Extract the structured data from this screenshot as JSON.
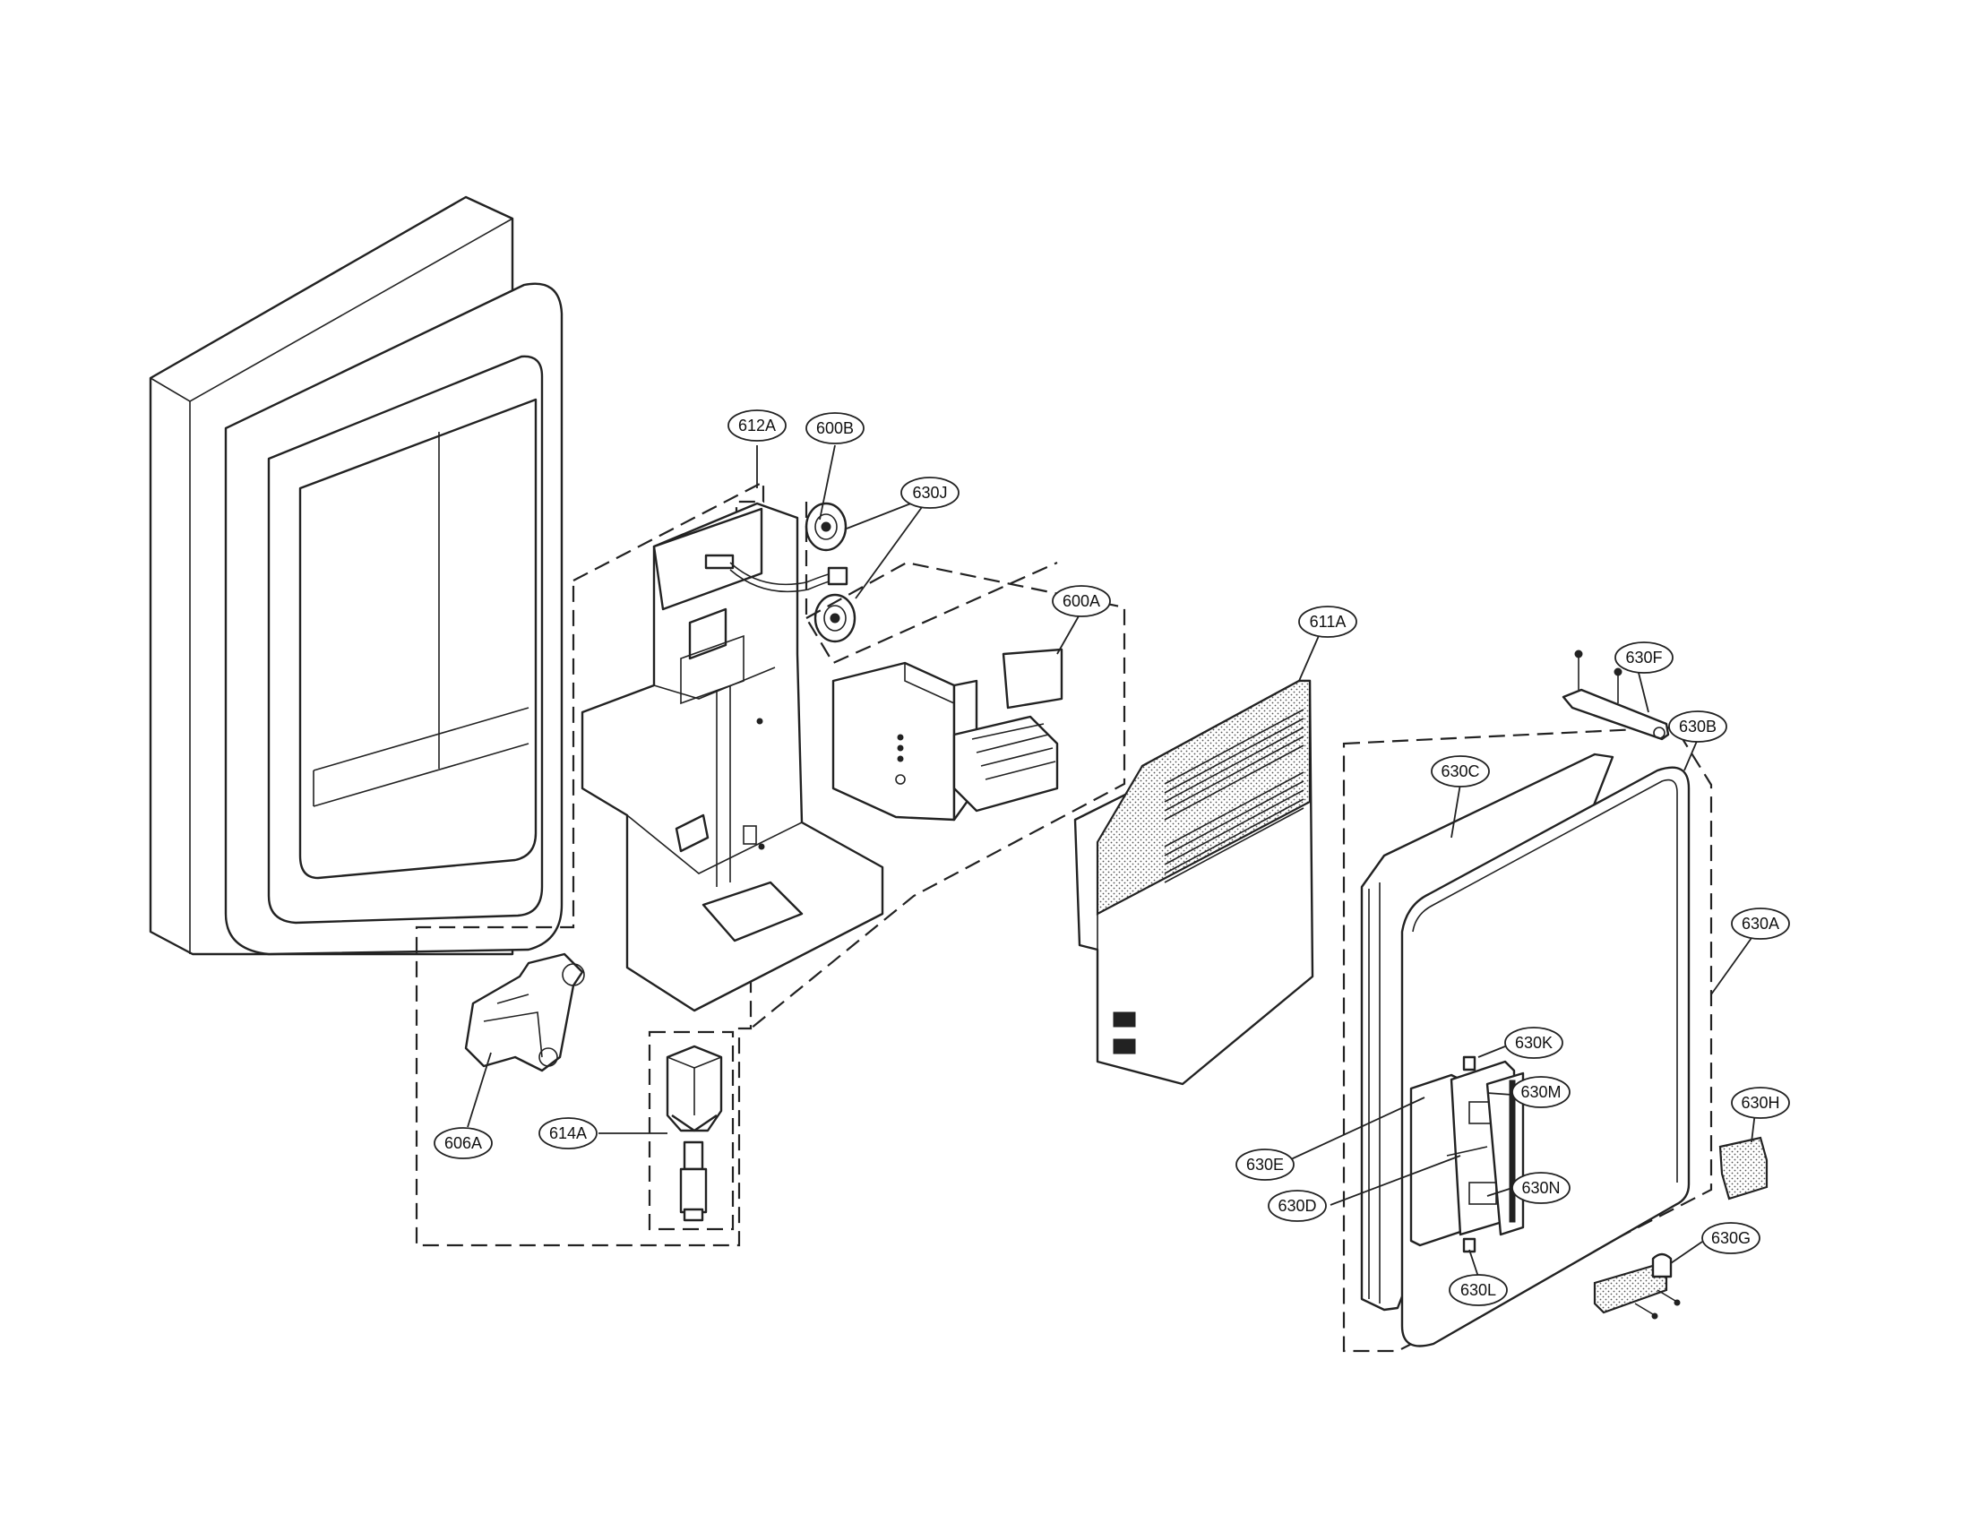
{
  "callouts": {
    "c612A": "612A",
    "c600B": "600B",
    "c630J": "630J",
    "c600A": "600A",
    "c611A": "611A",
    "c630F": "630F",
    "c630B": "630B",
    "c630C": "630C",
    "c630A": "630A",
    "c630K": "630K",
    "c630M": "630M",
    "c630H": "630H",
    "c630E": "630E",
    "c630D": "630D",
    "c630N": "630N",
    "c630G": "630G",
    "c630L": "630L",
    "c606A": "606A",
    "c614A": "614A"
  }
}
